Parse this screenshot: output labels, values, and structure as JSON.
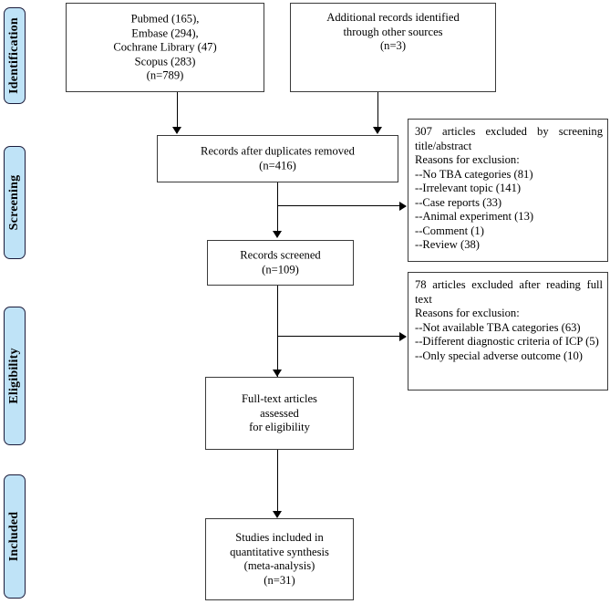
{
  "diagram": {
    "type": "prisma-flow-diagram",
    "stages": [
      {
        "id": "identification",
        "label": "Identification"
      },
      {
        "id": "screening",
        "label": "Screening"
      },
      {
        "id": "eligibility",
        "label": "Eligibility"
      },
      {
        "id": "included",
        "label": "Included"
      }
    ],
    "boxes": {
      "database_records": {
        "lines": [
          "Pubmed (165),",
          "Embase (294),",
          "Cochrane Library (47)",
          "Scopus (283)",
          "(n=789)"
        ]
      },
      "additional_records": {
        "lines": [
          "Additional records identified",
          "through other sources",
          "(n=3)"
        ]
      },
      "duplicates_removed": {
        "lines": [
          "Records after duplicates removed",
          "(n=416)"
        ]
      },
      "records_screened": {
        "lines": [
          "Records screened",
          "(n=109)"
        ]
      },
      "excluded_title_abstract": {
        "heading": "307 articles excluded by screening title/abstract",
        "reasons_label": "Reasons for exclusion:",
        "reasons": [
          "--No TBA categories (81)",
          "--Irrelevant topic (141)",
          "--Case reports (33)",
          "--Animal experiment (13)",
          "--Comment (1)",
          "--Review (38)"
        ]
      },
      "full_text_assessed": {
        "lines": [
          "Full-text articles",
          "assessed",
          "for eligibility"
        ]
      },
      "excluded_full_text": {
        "heading": "78 articles excluded after reading full text",
        "reasons_label": "Reasons for exclusion:",
        "reasons": [
          "--Not available TBA categories (63)",
          "--Different diagnostic criteria of ICP (5)",
          "--Only special adverse outcome (10)"
        ]
      },
      "studies_included": {
        "lines": [
          "Studies included in",
          "quantitative synthesis",
          "(meta-analysis)",
          "(n=31)"
        ]
      }
    },
    "colors": {
      "stage_tab_fill": "#bfe3f7",
      "stage_tab_border": "#1b1b3a",
      "box_border": "#3a3a3a",
      "connector": "#000000",
      "background": "#ffffff",
      "text": "#000000"
    }
  }
}
